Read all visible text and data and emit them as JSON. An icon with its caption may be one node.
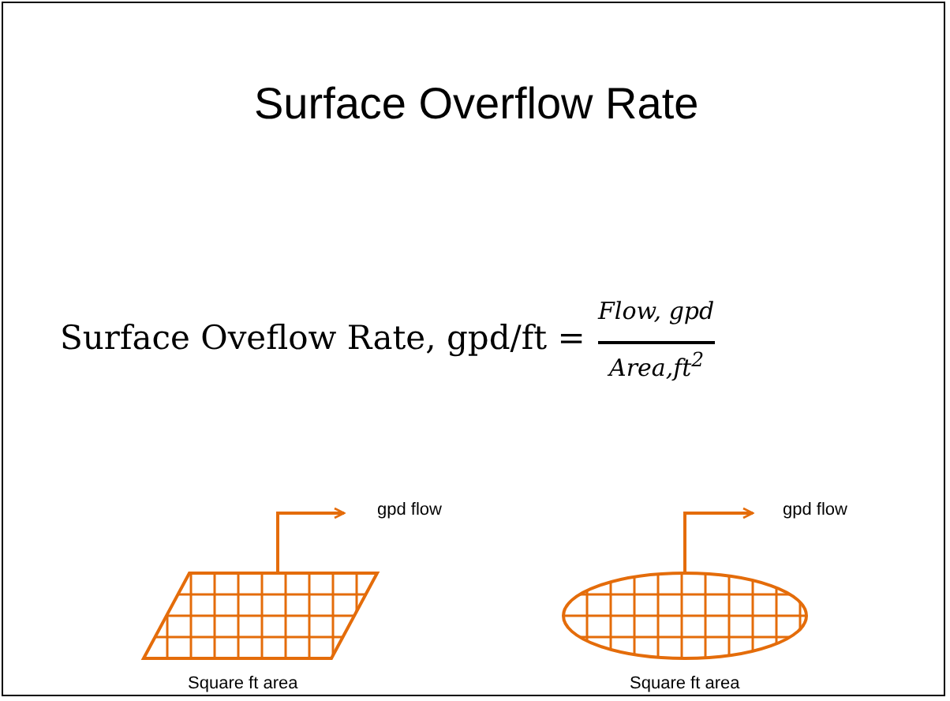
{
  "diagram": {
    "title": "Surface Overflow Rate",
    "labels": [
      "Surface Oveflow Rate, gpd/ft =",
      "Flow, gpd",
      "Area,ft$^{2}$",
      "gpd flow",
      "gpd flow",
      "Square ft area",
      "Square ft area"
    ]
  }
}
